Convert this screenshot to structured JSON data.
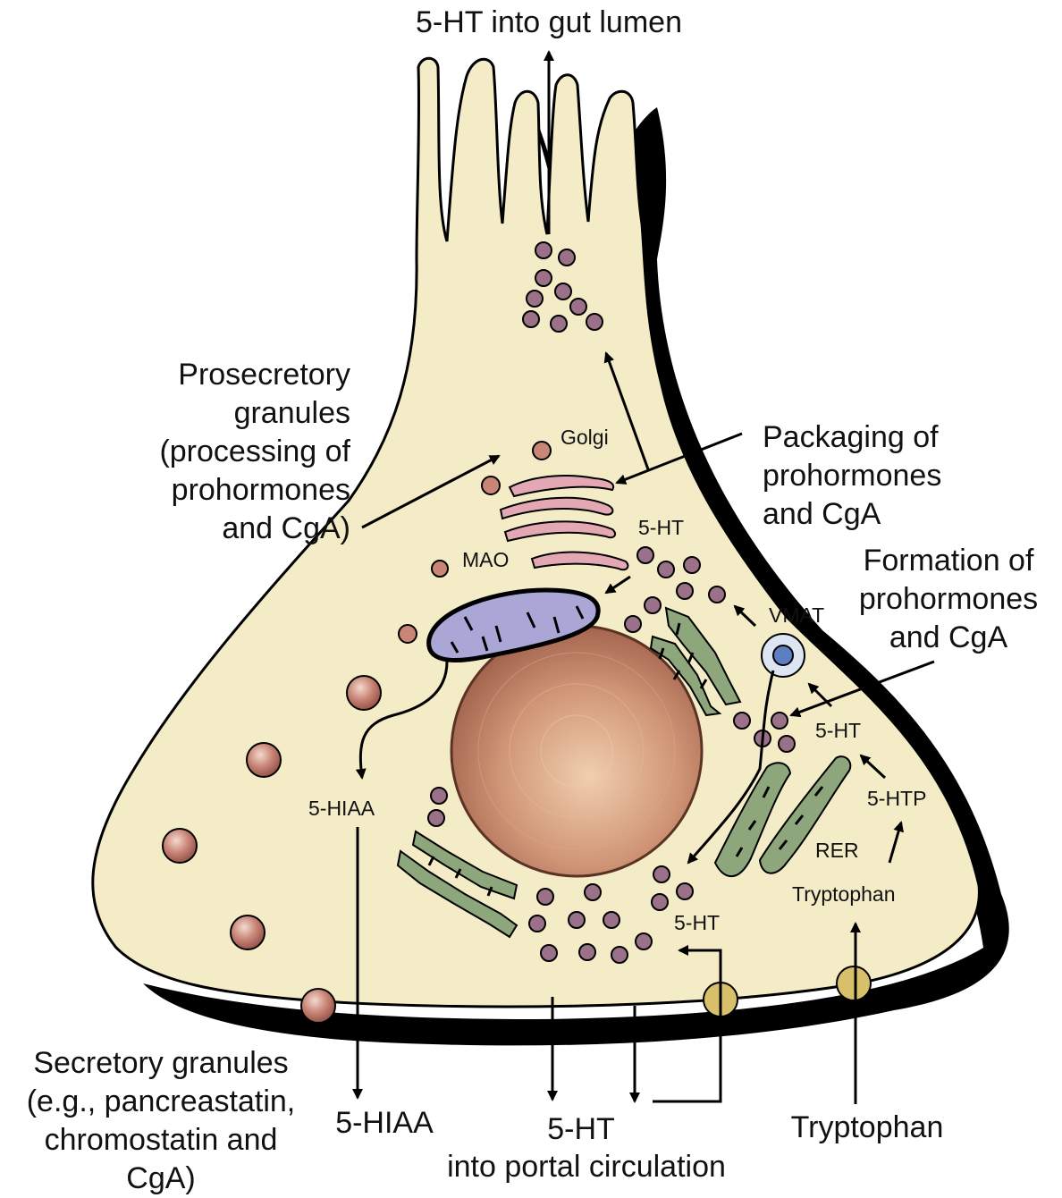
{
  "labels": {
    "top": "5-HT into gut lumen",
    "prosecretory": [
      "Prosecretory",
      "granules",
      "(processing of",
      "prohormones",
      "and CgA)"
    ],
    "packaging": [
      "Packaging of",
      "prohormones",
      "and CgA"
    ],
    "formation": [
      "Formation of",
      "prohormones",
      "and CgA"
    ],
    "secretory": [
      "Secretory granules",
      "(e.g., pancreastatin,",
      "chromostatin and",
      "CgA)"
    ],
    "hiaa_out": "5-HIAA",
    "ht_out": "5-HT",
    "portal": "into portal circulation",
    "tryptophan_out": "Tryptophan",
    "golgi": "Golgi",
    "mao": "MAO",
    "vmat": "VMAT",
    "ht_golgi": "5-HT",
    "ht_vmat": "5-HT",
    "htp": "5-HTP",
    "rer": "RER",
    "tryptophan_in": "Tryptophan",
    "hiaa_in": "5-HIAA",
    "ht_bottom": "5-HT"
  },
  "colors": {
    "cytoplasm": "#f3ecc6",
    "membrane": "#000000",
    "granule": "#9a7189",
    "golgi": "#e4a8b4",
    "mitochondrion": "#aaa6d6",
    "rer": "#8da67c",
    "nucleus": "#c9896a",
    "vmat_outer": "#dde4f2",
    "vmat_inner": "#5b7fc0",
    "transporter": "#d8bf6a",
    "secretory_granule": "#c98677"
  }
}
